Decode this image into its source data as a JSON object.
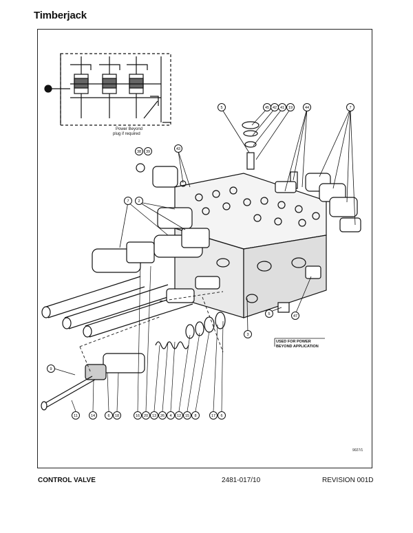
{
  "header": {
    "brand": "Timberjack"
  },
  "schematic": {
    "note_line1": "Power Beyond",
    "note_line2": "plug if required"
  },
  "callouts": {
    "top_left": [
      "38",
      "39",
      "43"
    ],
    "left_upper": [
      "7",
      "2"
    ],
    "top_center": [
      "5",
      "45",
      "42",
      "41",
      "19",
      "44"
    ],
    "top_right": [
      "7"
    ],
    "side_left": [
      "9"
    ],
    "bottom_row": [
      "11",
      "14",
      "6",
      "18",
      "16",
      "20",
      "13",
      "26",
      "4",
      "12",
      "15",
      "8",
      "17",
      "6"
    ],
    "body_3": "3",
    "body_5": "5",
    "body_47": "47"
  },
  "labels": {
    "power_beyond_line1": "USED FOR POWER",
    "power_beyond_line2": "BEYOND APPLICATION",
    "drawing_no": "9027/1"
  },
  "footer": {
    "title": "CONTROL VALVE",
    "part_no": "2481-017/10",
    "revision": "REVISION 001D"
  }
}
